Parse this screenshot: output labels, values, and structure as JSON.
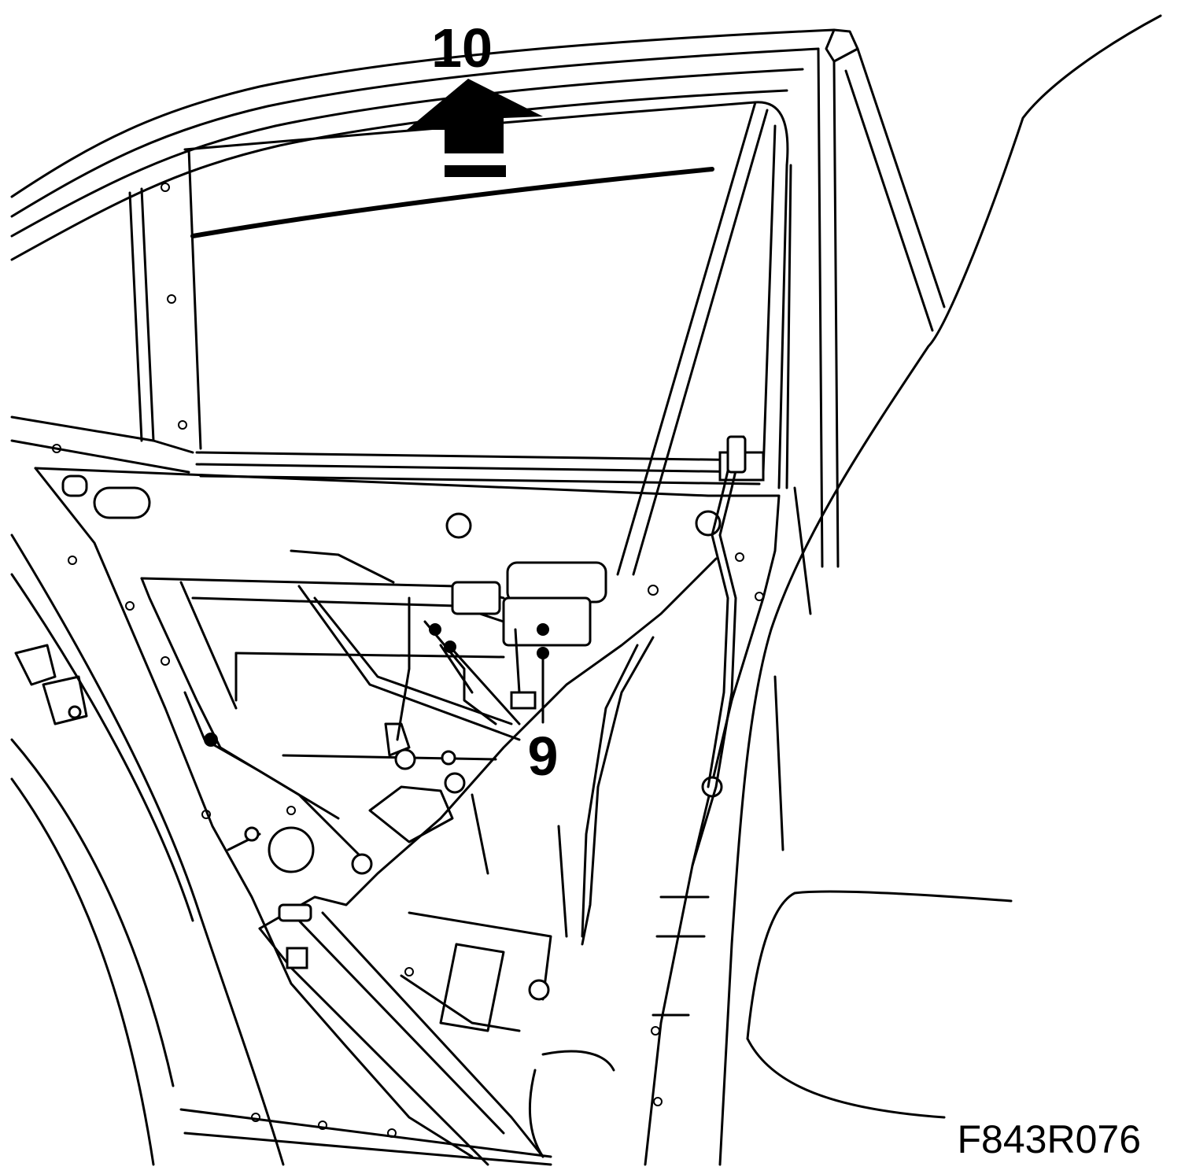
{
  "diagram": {
    "callouts": [
      {
        "id": "callout-10",
        "label": "10"
      },
      {
        "id": "callout-9",
        "label": "9"
      }
    ],
    "figure_code": "F843R076"
  }
}
